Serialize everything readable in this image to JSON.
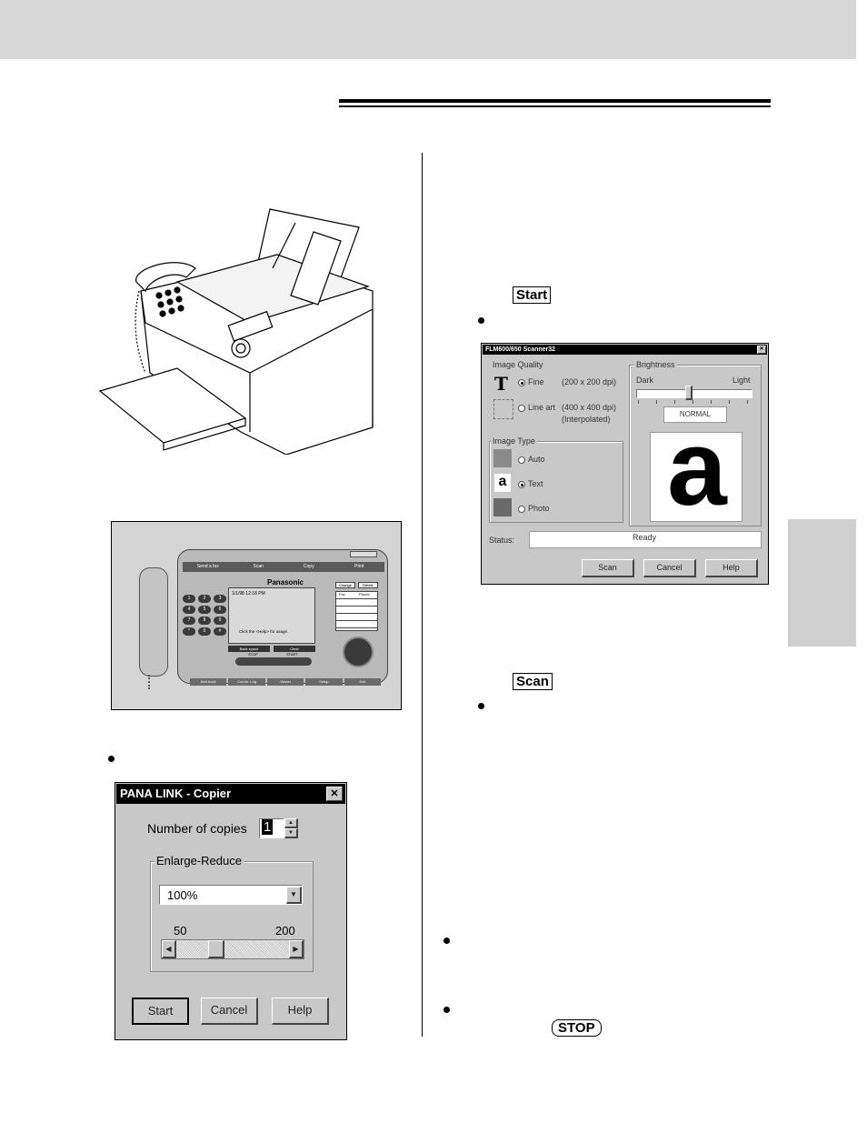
{
  "header": {
    "band": "gray"
  },
  "left_column": {
    "fax_illustration": {
      "icon": "fax-machine-illustration"
    },
    "panasonic_window": {
      "tabs": [
        "Send a fax",
        "Scan",
        "Copy",
        "Print"
      ],
      "brand": "Panasonic",
      "lcd_datetime": "1/1/98 12:18 PM",
      "lcd_hint": "Click the <Help> for usage.",
      "side_buttons": [
        "Change",
        "Delete"
      ],
      "table_headers": [
        "Fax",
        "Phone"
      ],
      "keypad": [
        "1",
        "2",
        "3",
        "4",
        "5",
        "6",
        "7",
        "8",
        "9",
        "*",
        "0",
        "#"
      ],
      "lcd_buttons": [
        "Back space",
        "Clear"
      ],
      "stop_label": "STOP",
      "start_label": "START",
      "bottom_tabs": [
        "Add book",
        "Comm. Log",
        "Viewer",
        "Setup",
        "Exit"
      ]
    },
    "copier_dialog": {
      "title": "PANA LINK - Copier",
      "close_glyph": "✕",
      "copies_label": "Number of copies",
      "copies_value": "1",
      "group_label": "Enlarge-Reduce",
      "select_value": "100%",
      "range_min": "50",
      "range_max": "200",
      "slider_level": 0.33,
      "buttons": {
        "start": "Start",
        "cancel": "Cancel",
        "help": "Help"
      }
    }
  },
  "right_column": {
    "keys": {
      "start": "Start",
      "scan": "Scan",
      "stop": "STOP"
    },
    "scanner_dialog": {
      "title": "FLM600/650 Scanner32",
      "close_glyph": "✕",
      "image_quality_label": "Image Quality",
      "quality_options": [
        {
          "label": "Fine",
          "dpi": "(200 x 200 dpi)",
          "selected": true
        },
        {
          "label": "Line art",
          "dpi": "(400 x 400 dpi)",
          "note": "(Interpolated)",
          "selected": false
        }
      ],
      "image_type_label": "Image Type",
      "type_options": [
        {
          "label": "Auto",
          "selected": false
        },
        {
          "label": "Text",
          "selected": true
        },
        {
          "label": "Photo",
          "selected": false
        }
      ],
      "brightness_label": "Brightness",
      "dark_label": "Dark",
      "light_label": "Light",
      "brightness_level": 0.45,
      "brightness_value": "NORMAL",
      "preview_glyph": "a",
      "status_label": "Status:",
      "status_value": "Ready",
      "buttons": {
        "scan": "Scan",
        "cancel": "Cancel",
        "help": "Help"
      }
    }
  }
}
